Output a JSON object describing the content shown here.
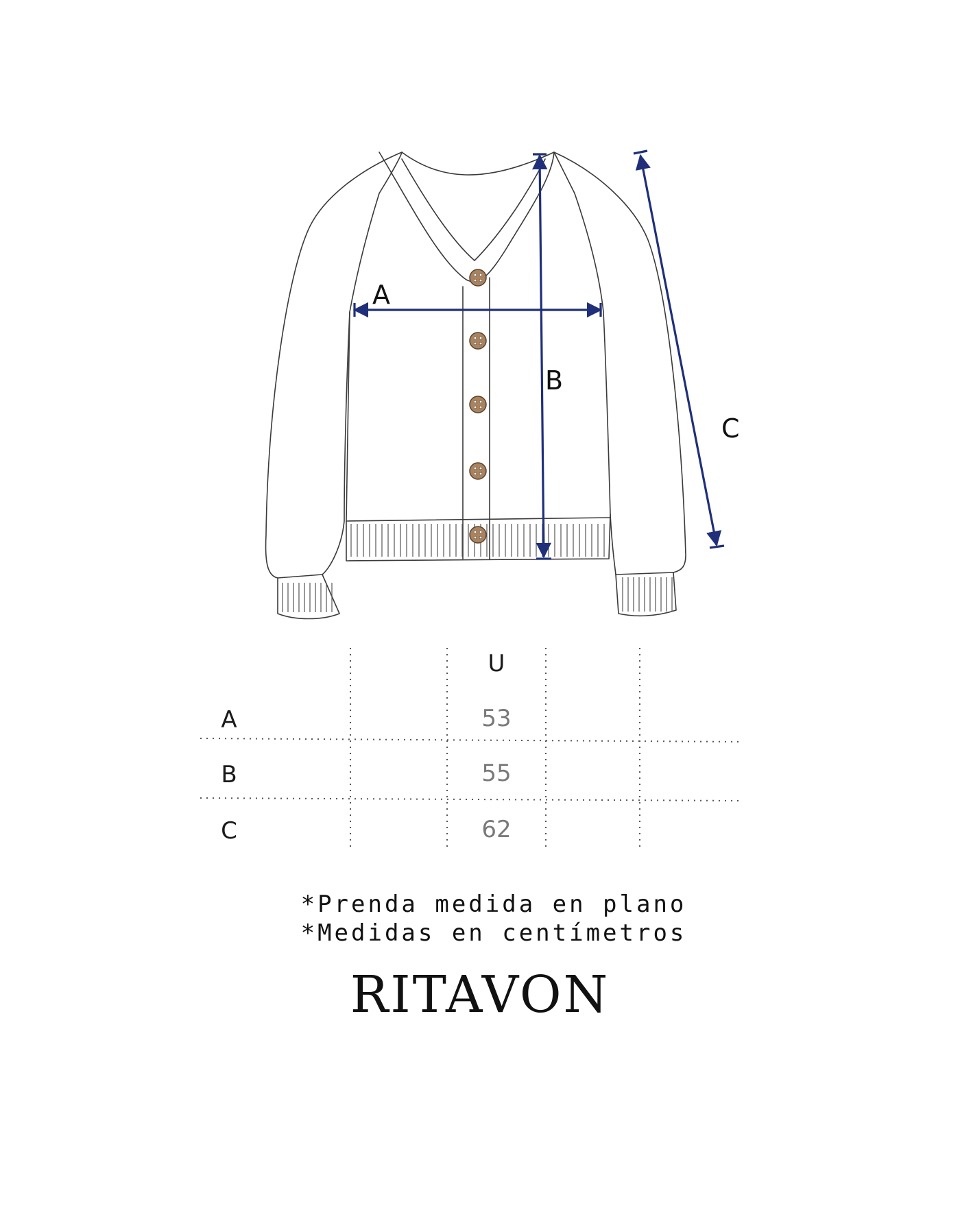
{
  "diagram": {
    "measure_labels": {
      "a": "A",
      "b": "B",
      "c": "C"
    },
    "colors": {
      "outline": "#3a3a3a",
      "arrow": "#1f2f7a",
      "button": "#a9835f"
    }
  },
  "size_table": {
    "size_header": "U",
    "rows": [
      {
        "label": "A",
        "value": "53"
      },
      {
        "label": "B",
        "value": "55"
      },
      {
        "label": "C",
        "value": "62"
      }
    ]
  },
  "notes": [
    "*Prenda medida en plano",
    "*Medidas en centímetros"
  ],
  "brand": "RITAVON"
}
